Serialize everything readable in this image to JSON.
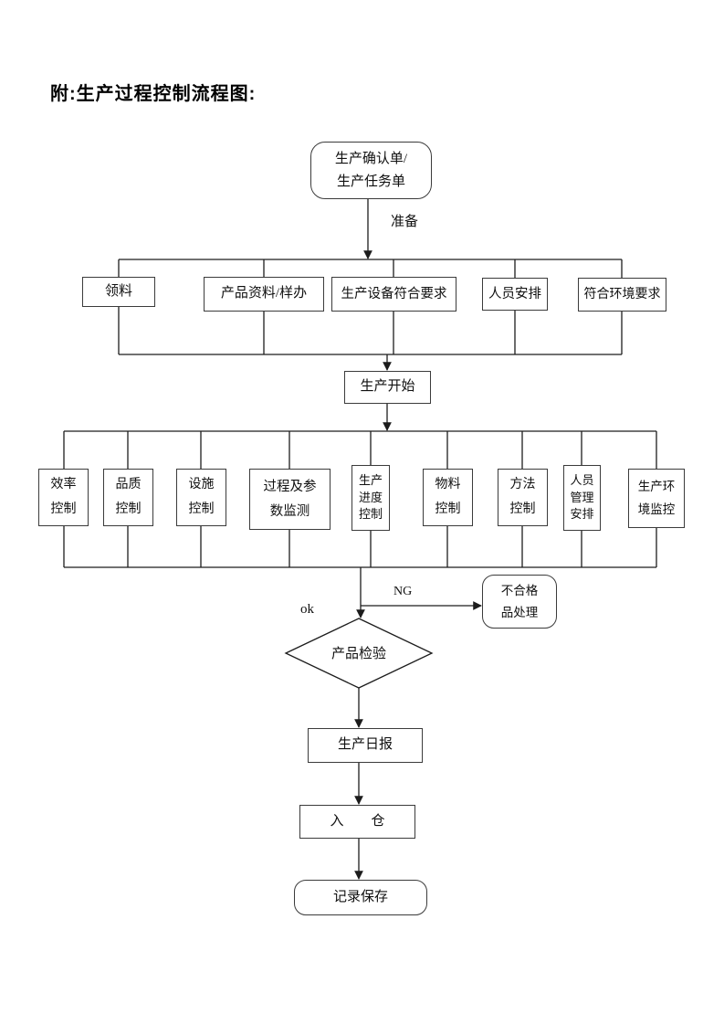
{
  "document": {
    "title": "附:生产过程控制流程图:"
  },
  "flowchart": {
    "start_node": "生产确认单/\n生产任务单",
    "prepare_label": "准备",
    "preparation_nodes": [
      "领料",
      "产品资料/样办",
      "生产设备符合要求",
      "人员安排",
      "符合环境要求"
    ],
    "production_start_node": "生产开始",
    "control_nodes": [
      "效率\n控制",
      "品质\n控制",
      "设施\n控制",
      "过程及参\n数监测",
      "生产\n进度\n控制",
      "物料\n控制",
      "方法\n控制",
      "人员\n管理\n安排",
      "生产环\n境监控"
    ],
    "ok_label": "ok",
    "ng_label": "NG",
    "reject_node": "不合格\n品处理",
    "decision_node": "产品检验",
    "report_node": "生产日报",
    "warehouse_node": "入　　仓",
    "record_node": "记录保存",
    "line_color": "#1c1c1c",
    "border_color": "#3b3b3b"
  }
}
